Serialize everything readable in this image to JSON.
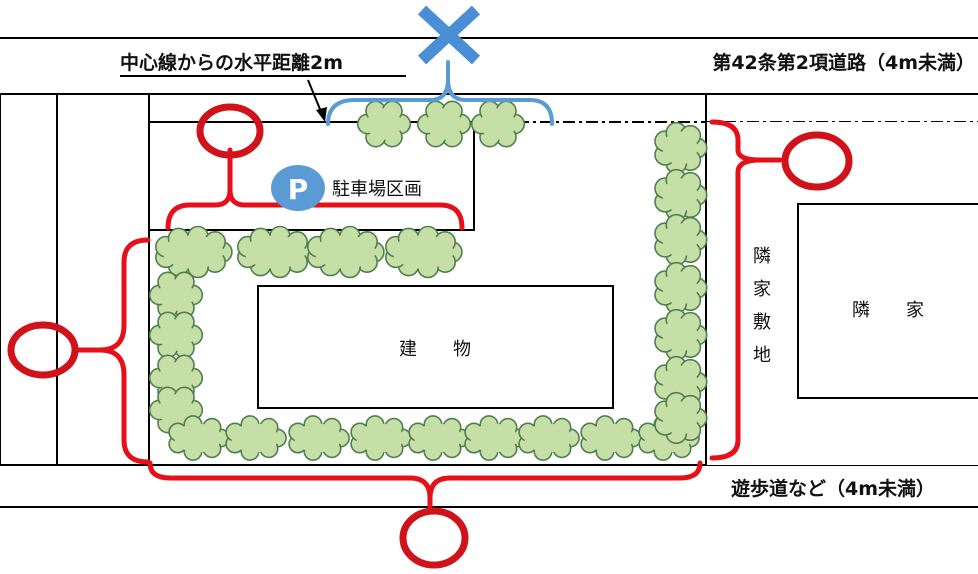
{
  "labels": {
    "distance_note": "中心線からの水平距離2m",
    "road_top": "第42条第2項道路（4m未満）",
    "road_bottom": "遊歩道など（4m未満）",
    "parking_symbol": "P",
    "parking_area": "駐車場区画",
    "building": "建　　物",
    "neighbor_lot_chars": [
      "隣",
      "家",
      "敷",
      "地"
    ],
    "neighbor_house": "隣　　家"
  },
  "colors": {
    "ok_marker": "#d0121b",
    "ng_marker": "#4a8fd6",
    "shrub_fill": "#c6dfa6",
    "shrub_stroke": "#4f7f4f",
    "brace_red": "#e5101a",
    "brace_blue": "#5b9bd5",
    "parking_badge": "#5b9bd5"
  },
  "markers": {
    "ok_symbol": "○",
    "ng_symbol": "×"
  }
}
